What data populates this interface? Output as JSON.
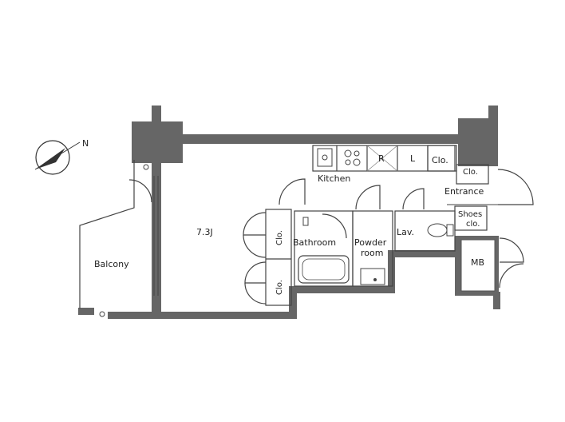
{
  "compass": {
    "label": "N"
  },
  "rooms": {
    "balcony": "Balcony",
    "living": "7.3J",
    "kitchen": "Kitchen",
    "fridge": "R",
    "laundry_l": "L",
    "closet_kitchen": "Clo.",
    "closet_entrance": "Clo.",
    "entrance": "Entrance",
    "shoes_line1": "Shoes",
    "shoes_line2": "clo.",
    "lav": "Lav.",
    "closet_upper": "Clo.",
    "closet_lower": "Clo.",
    "bathroom": "Bathroom",
    "powder_line1": "Powder",
    "powder_line2": "room",
    "mb": "MB"
  }
}
